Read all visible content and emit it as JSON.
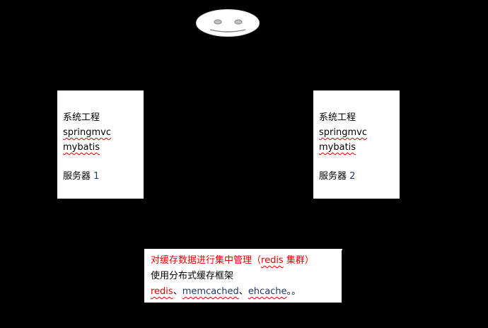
{
  "diagram": {
    "user": {
      "icon": "smiley-face",
      "colors": {
        "face": "#ffffff",
        "eyes": "#bfbfbf",
        "outline": "#7f7f7f"
      }
    },
    "servers": [
      {
        "title": "系统工程",
        "stack": [
          "springmvc",
          "mybatis"
        ],
        "label_text": "服务器",
        "label_num": "1"
      },
      {
        "title": "系统工程",
        "stack": [
          "springmvc",
          "mybatis"
        ],
        "label_text": "服务器",
        "label_num": "2"
      }
    ],
    "cache": {
      "heading_pre": "对缓存数据进行集中管理（",
      "heading_term": "redis",
      "heading_post": " 集群）",
      "subtitle": "使用分布式缓存框架",
      "frameworks": [
        "redis",
        "memcached",
        "ehcache"
      ],
      "separator": "、",
      "ending": "。。",
      "accent_color": "#ee0000"
    }
  }
}
